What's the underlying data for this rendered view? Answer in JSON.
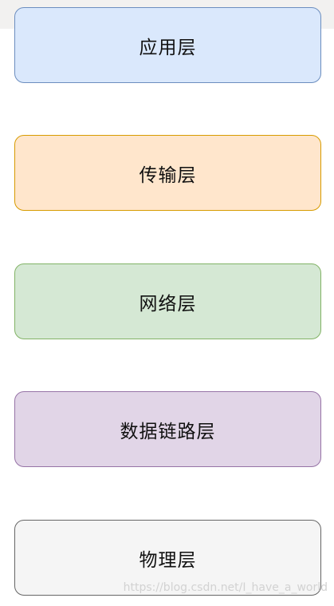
{
  "layers": [
    {
      "label": "应用层",
      "fill": "#dae8fc",
      "stroke": "#6c8ebf"
    },
    {
      "label": "传输层",
      "fill": "#ffe6cc",
      "stroke": "#d79b00"
    },
    {
      "label": "网络层",
      "fill": "#d5e8d4",
      "stroke": "#82b366"
    },
    {
      "label": "数据链路层",
      "fill": "#e1d5e7",
      "stroke": "#9673a6"
    },
    {
      "label": "物理层",
      "fill": "#f5f5f5",
      "stroke": "#666666"
    }
  ],
  "watermark": "https://blog.csdn.net/I_have_a_world"
}
